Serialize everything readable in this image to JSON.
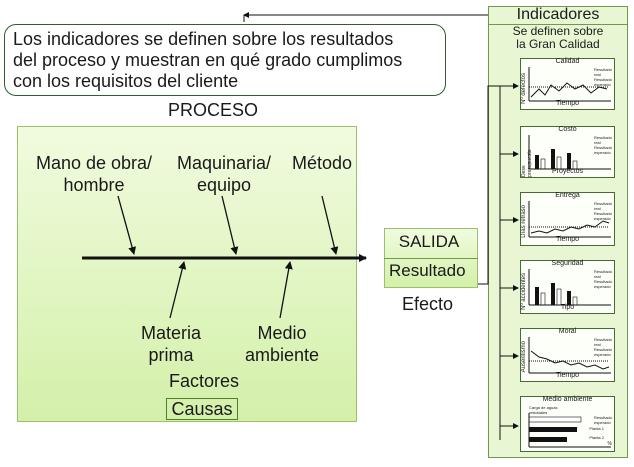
{
  "callout": {
    "line1": "Los indicadores se definen sobre los resultados",
    "line2": "del proceso y muestran en qué grado cumplimos",
    "line3": "con los requisitos del cliente"
  },
  "process": {
    "title": "PROCESO",
    "causes_top": [
      {
        "line1": "Mano de obra/",
        "line2": "hombre"
      },
      {
        "line1": "Maquinaria/",
        "line2": "equipo"
      },
      {
        "line1": "Método",
        "line2": ""
      }
    ],
    "causes_bottom": [
      {
        "line1": "Materia",
        "line2": "prima"
      },
      {
        "line1": "Medio",
        "line2": "ambiente"
      }
    ],
    "factores": "Factores",
    "causas": "Causas"
  },
  "output": {
    "salida": "SALIDA",
    "resultado": "Resultado",
    "efecto": "Efecto"
  },
  "indicators": {
    "title": "Indicadores",
    "subtitle1": "Se definen sobre",
    "subtitle2": "la Gran Calidad",
    "charts": [
      {
        "title": "Calidad",
        "xlabel": "Tiempo",
        "ylabel": "Nº defectos",
        "legend": [
          "Resultado",
          "real",
          "Resultado",
          "esperado"
        ]
      },
      {
        "title": "Costo",
        "xlabel": "Proyectos",
        "ylabel": "Desv. presupuesto",
        "legend": [
          "Resultado",
          "real",
          "Resultado",
          "esperado"
        ]
      },
      {
        "title": "Entrega",
        "xlabel": "Tiempo",
        "ylabel": "Días retraso",
        "legend": [
          "Resultado",
          "real",
          "Resultado",
          "esperado"
        ]
      },
      {
        "title": "Seguridad",
        "xlabel": "Tipo",
        "ylabel": "Nº accidentes",
        "legend": [
          "Resultado",
          "real",
          "Resultado",
          "esperado"
        ]
      },
      {
        "title": "Moral",
        "xlabel": "Tiempo",
        "ylabel": "Ausentismo",
        "legend": [
          "Resultado",
          "real",
          "Resultado",
          "esperado"
        ]
      },
      {
        "title": "Medio ambiente",
        "xlabel": "",
        "ylabel": "",
        "legend": [
          "Resultado",
          "esperado",
          "Planta 1",
          "Planta 2",
          "%"
        ],
        "note": "Carga de aguas residuales"
      }
    ]
  }
}
